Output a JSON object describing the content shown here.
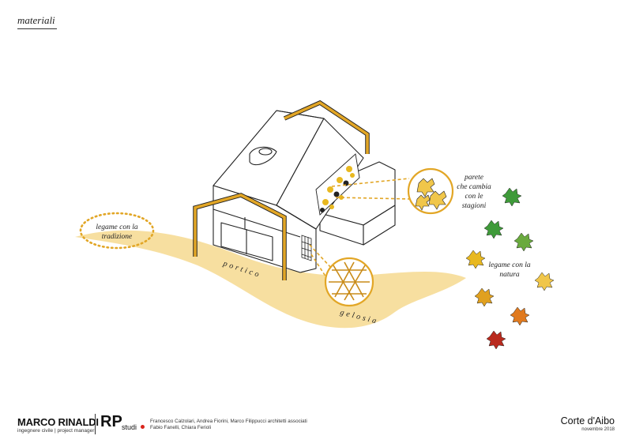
{
  "section_title": "materiali",
  "labels": {
    "tradizione_line1": "legame con la",
    "tradizione_line2": "tradizione",
    "portico": "portico",
    "gelosia": "gelosia",
    "parete_line1": "parete",
    "parete_line2": "che cambia",
    "parete_line3": "con le",
    "parete_line4": "stagioni",
    "natura_line1": "legame con la",
    "natura_line2": "natura"
  },
  "footer": {
    "name": "MARCO RINALDI",
    "role": "ingegnere civile | project manager",
    "logo_main": "RP",
    "logo_sub": "studi",
    "credits_line1": "Francesco Calzolari, Andrea Fiorini, Marco Filippucci architetti associati",
    "credits_line2": "Fabio Fanelli, Chiara Ferioli",
    "project": "Corte d'Aibo",
    "date": "novembre 2018"
  },
  "colors": {
    "accent": "#e2a626",
    "sand": "#f6d98f",
    "logo_dot": "#d9251c",
    "leaf_green": "#3f9a3a",
    "leaf_yellow": "#e8b820",
    "leaf_orange": "#e07a1f",
    "leaf_red": "#b92a1e"
  }
}
